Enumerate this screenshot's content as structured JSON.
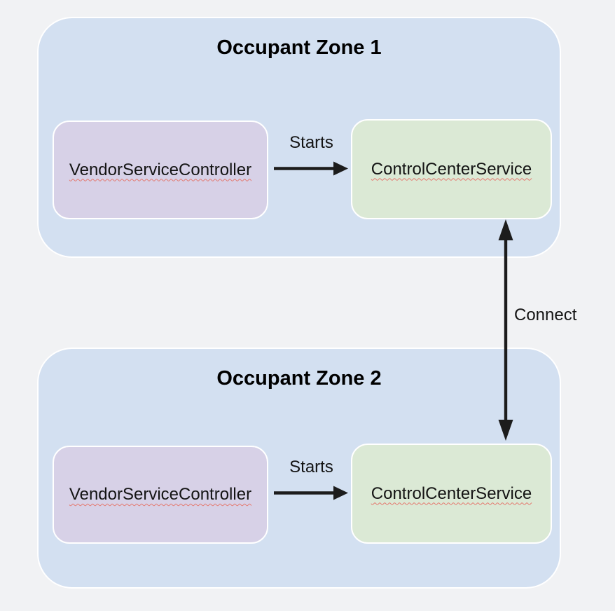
{
  "diagram": {
    "zones": [
      {
        "title": "Occupant Zone 1",
        "nodes": [
          {
            "label": "VendorServiceController",
            "type": "vendor"
          },
          {
            "label": "ControlCenterService",
            "type": "control"
          }
        ]
      },
      {
        "title": "Occupant Zone 2",
        "nodes": [
          {
            "label": "VendorServiceController",
            "type": "vendor"
          },
          {
            "label": "ControlCenterService",
            "type": "control"
          }
        ]
      }
    ],
    "edges": [
      {
        "label": "Starts",
        "zone": "Occupant Zone 1",
        "from": "VendorServiceController",
        "to": "ControlCenterService",
        "style": "single-arrow-right"
      },
      {
        "label": "Starts",
        "zone": "Occupant Zone 2",
        "from": "VendorServiceController",
        "to": "ControlCenterService",
        "style": "single-arrow-right"
      },
      {
        "label": "Connect",
        "from": "ControlCenterService (Occupant Zone 1)",
        "to": "ControlCenterService (Occupant Zone 2)",
        "style": "double-arrow-vertical"
      }
    ]
  },
  "colors": {
    "background": "#f1f2f4",
    "zone_fill": "#d3e0f1",
    "zone_border": "#ffffff",
    "vendor_fill": "#d7d1e7",
    "control_fill": "#dbe9d5",
    "node_border": "#ffffff",
    "arrow": "#1c1c1c",
    "text": "#141414",
    "title_text": "#000000",
    "spellcheck_underline": "#e4796f"
  }
}
